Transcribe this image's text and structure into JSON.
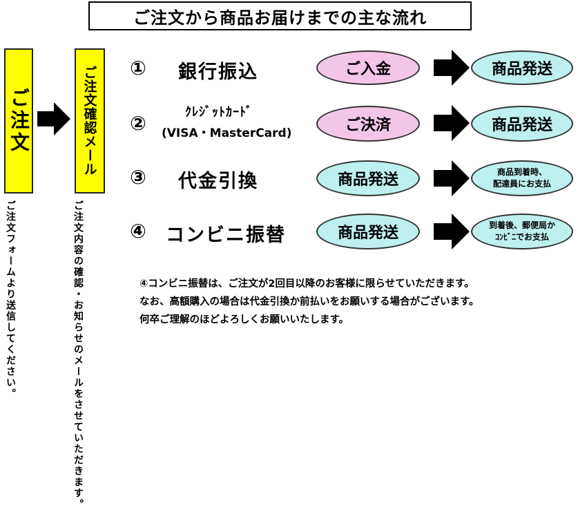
{
  "title": "ご注文から商品お届けまでの主な流れ",
  "order": {
    "label": "ご注文",
    "note": "ご注文フォームより送信してください。"
  },
  "confirm": {
    "label": "ご注文確認メール",
    "note": "ご注文内容の確認・お知らせのメールをさせていただきます。"
  },
  "rows": [
    {
      "num": "①",
      "method": "銀行振込",
      "step1": "ご入金",
      "step2": "商品発送"
    },
    {
      "num": "②",
      "method_line1": "ｸﾚｼﾞｯﾄｶｰﾄﾞ",
      "method_line2": "(VISA・MasterCard)",
      "step1": "ご決済",
      "step2": "商品発送"
    },
    {
      "num": "③",
      "method": "代金引換",
      "step1": "商品発送",
      "step2": "商品到着時、\n配達員にお支払"
    },
    {
      "num": "④",
      "method": "コンビニ振替",
      "step1": "商品発送",
      "step2": "到着後、郵便局か\nｺﾝﾋﾞﾆでお支払"
    }
  ],
  "notes": [
    "④コンビニ振替は、ご注文が2回目以降のお客様に限らせていただきます。",
    "なお、高額購入の場合は代金引換か前払いをお願いする場合がございます。",
    "何卒ご理解のほどよろしくお願いいたします。"
  ],
  "colors": {
    "order_box": "#ffff00",
    "payment_oval": "#f3c6e8",
    "shipping_oval": "#bdf0ee"
  }
}
